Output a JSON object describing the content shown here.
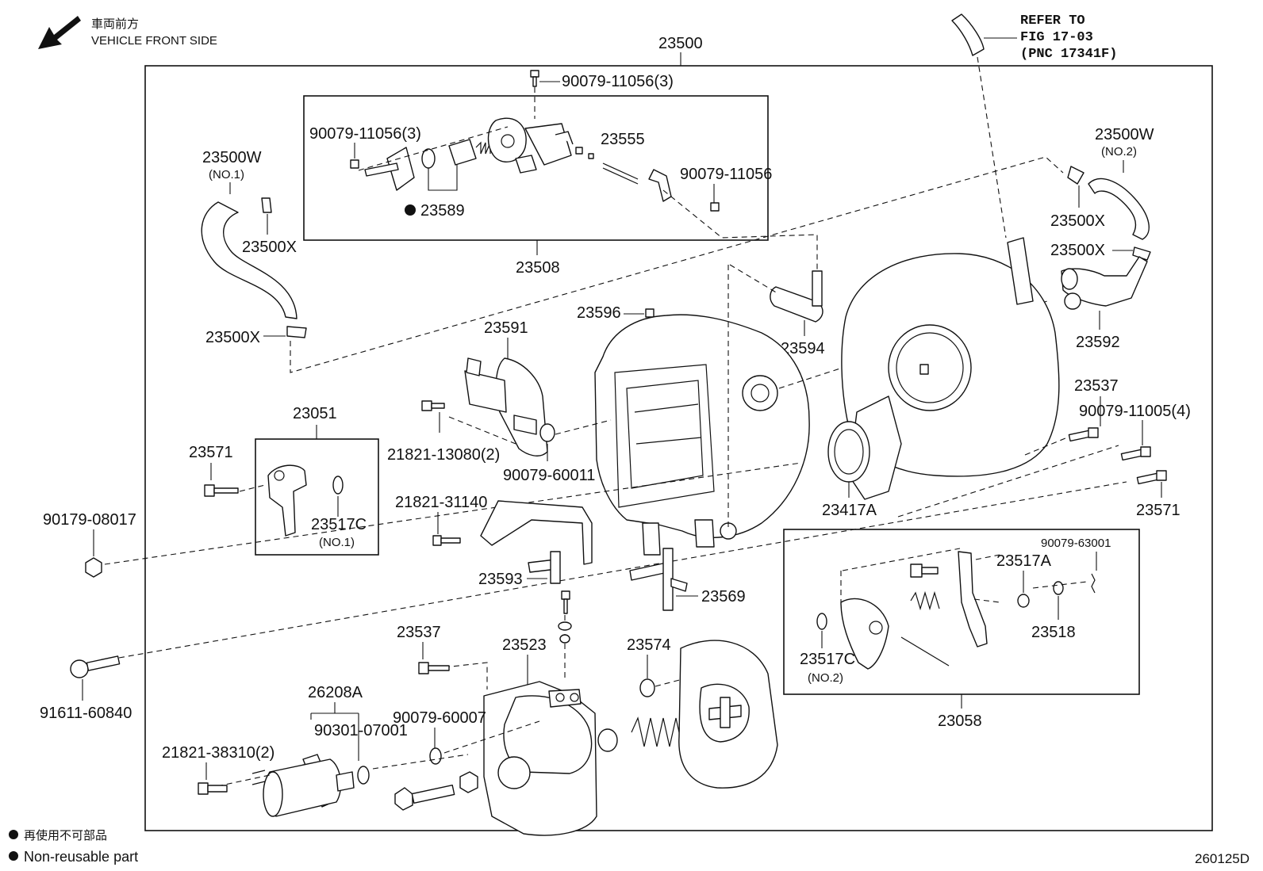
{
  "orientation": {
    "jp": "車両前方",
    "en": "VEHICLE FRONT SIDE"
  },
  "refer": {
    "line1": "REFER TO",
    "line2": "FIG 17-03",
    "line3": "(PNC 17341F)"
  },
  "legend": {
    "jp": "再使用不可部品",
    "en": "Non-reusable part"
  },
  "figure_code": "260125D",
  "labels": {
    "p23500": "23500",
    "p90079_11056_3_top": "90079-11056(3)",
    "p90079_11056_3_left": "90079-11056(3)",
    "p23555": "23555",
    "p90079_11056": "90079-11056",
    "p23589": "23589",
    "p23508": "23508",
    "p23500W_1": "23500W",
    "no1_hose": "(NO.1)",
    "p23500X_a": "23500X",
    "p23500X_b": "23500X",
    "p23500W_2": "23500W",
    "no2_hose": "(NO.2)",
    "p23500X_c": "23500X",
    "p23500X_d": "23500X",
    "p23592": "23592",
    "p23596": "23596",
    "p23591": "23591",
    "p23594": "23594",
    "p23051": "23051",
    "p23571_a": "23571",
    "p21821_13080_2": "21821-13080(2)",
    "p90079_60011": "90079-60011",
    "p23537_a": "23537",
    "p90079_11005_4": "90079-11005(4)",
    "p23571_b": "23571",
    "p90179_08017": "90179-08017",
    "p23517C_1": "23517C",
    "no1_oring": "(NO.1)",
    "p21821_31140": "21821-31140",
    "p23417A": "23417A",
    "p90079_63001": "90079-63001",
    "p23517A": "23517A",
    "p23593": "23593",
    "p23569": "23569",
    "p23518": "23518",
    "p23537_b": "23537",
    "p23523": "23523",
    "p23574": "23574",
    "p23517C_2": "23517C",
    "no2_oring": "(NO.2)",
    "p91611_60840": "91611-60840",
    "p26208A": "26208A",
    "p90079_60007": "90079-60007",
    "p90301_07001": "90301-07001",
    "p21821_38310_2": "21821-38310(2)",
    "p23058": "23058"
  }
}
